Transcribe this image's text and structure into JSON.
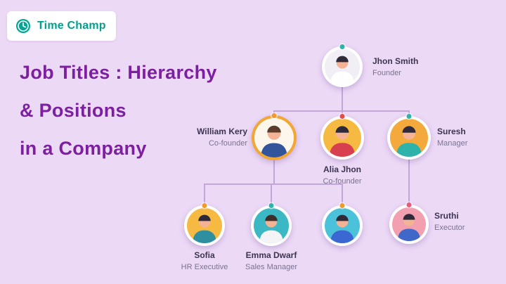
{
  "page": {
    "bg": "#ecd9f6"
  },
  "brand": {
    "name": "Time Champ",
    "text_color": "#00a18c",
    "icon_color": "#00a693"
  },
  "heading": {
    "line1": "Job Titles : Hierarchy",
    "line2": "& Positions",
    "line3": "in a Company",
    "color": "#7c1fa0"
  },
  "org": {
    "line_color": "#c2a6da",
    "nodes": [
      {
        "name": "Jhon Smith",
        "title": "Founder",
        "dot": "#2eb3ab",
        "avatar": {
          "ring": "#ffffff",
          "bg": "#f1eef5",
          "skin": "#f4b394",
          "hair": "#2f2a3a",
          "shirt": "#ffffff"
        }
      },
      {
        "name": "William Kery",
        "title": "Co-founder",
        "dot": "#f0992d",
        "avatar": {
          "ring": "#f2a636",
          "bg": "#fdf6ec",
          "skin": "#f4b394",
          "hair": "#5a3d2b",
          "shirt": "#31549b"
        }
      },
      {
        "name": "Alia Jhon",
        "title": "Co-founder",
        "dot": "#e14b4b",
        "avatar": {
          "ring": "#ffffff",
          "bg": "#f6b941",
          "skin": "#f4b394",
          "hair": "#2f2a3a",
          "shirt": "#d8404f"
        }
      },
      {
        "name": "Suresh",
        "title": "Manager",
        "dot": "#2eb3ab",
        "avatar": {
          "ring": "#ffffff",
          "bg": "#f3a93c",
          "skin": "#f4b394",
          "hair": "#2f2a3a",
          "shirt": "#2eb3ab"
        }
      },
      {
        "name": "Sofia",
        "title": "HR Executive",
        "dot": "#f0992d",
        "avatar": {
          "ring": "#ffffff",
          "bg": "#f6b941",
          "skin": "#f4b394",
          "hair": "#2f2a3a",
          "shirt": "#2e8fa0"
        }
      },
      {
        "name": "Emma Dwarf",
        "title": "Sales Manager",
        "dot": "#2eb3ab",
        "avatar": {
          "ring": "#ffffff",
          "bg": "#3cb8c4",
          "skin": "#f4b394",
          "hair": "#3a2f2a",
          "shirt": "#f4f4f6"
        }
      },
      {
        "name": "",
        "title": "",
        "dot": "#f0992d",
        "avatar": {
          "ring": "#ffffff",
          "bg": "#4cc2da",
          "skin": "#f4b394",
          "hair": "#2f2a3a",
          "shirt": "#3a67d2"
        }
      },
      {
        "name": "Sruthi",
        "title": "Executor",
        "dot": "#e85a7a",
        "avatar": {
          "ring": "#ffffff",
          "bg": "#f2a0b0",
          "skin": "#f4b394",
          "hair": "#2f2a3a",
          "shirt": "#3f68c9"
        }
      }
    ]
  }
}
